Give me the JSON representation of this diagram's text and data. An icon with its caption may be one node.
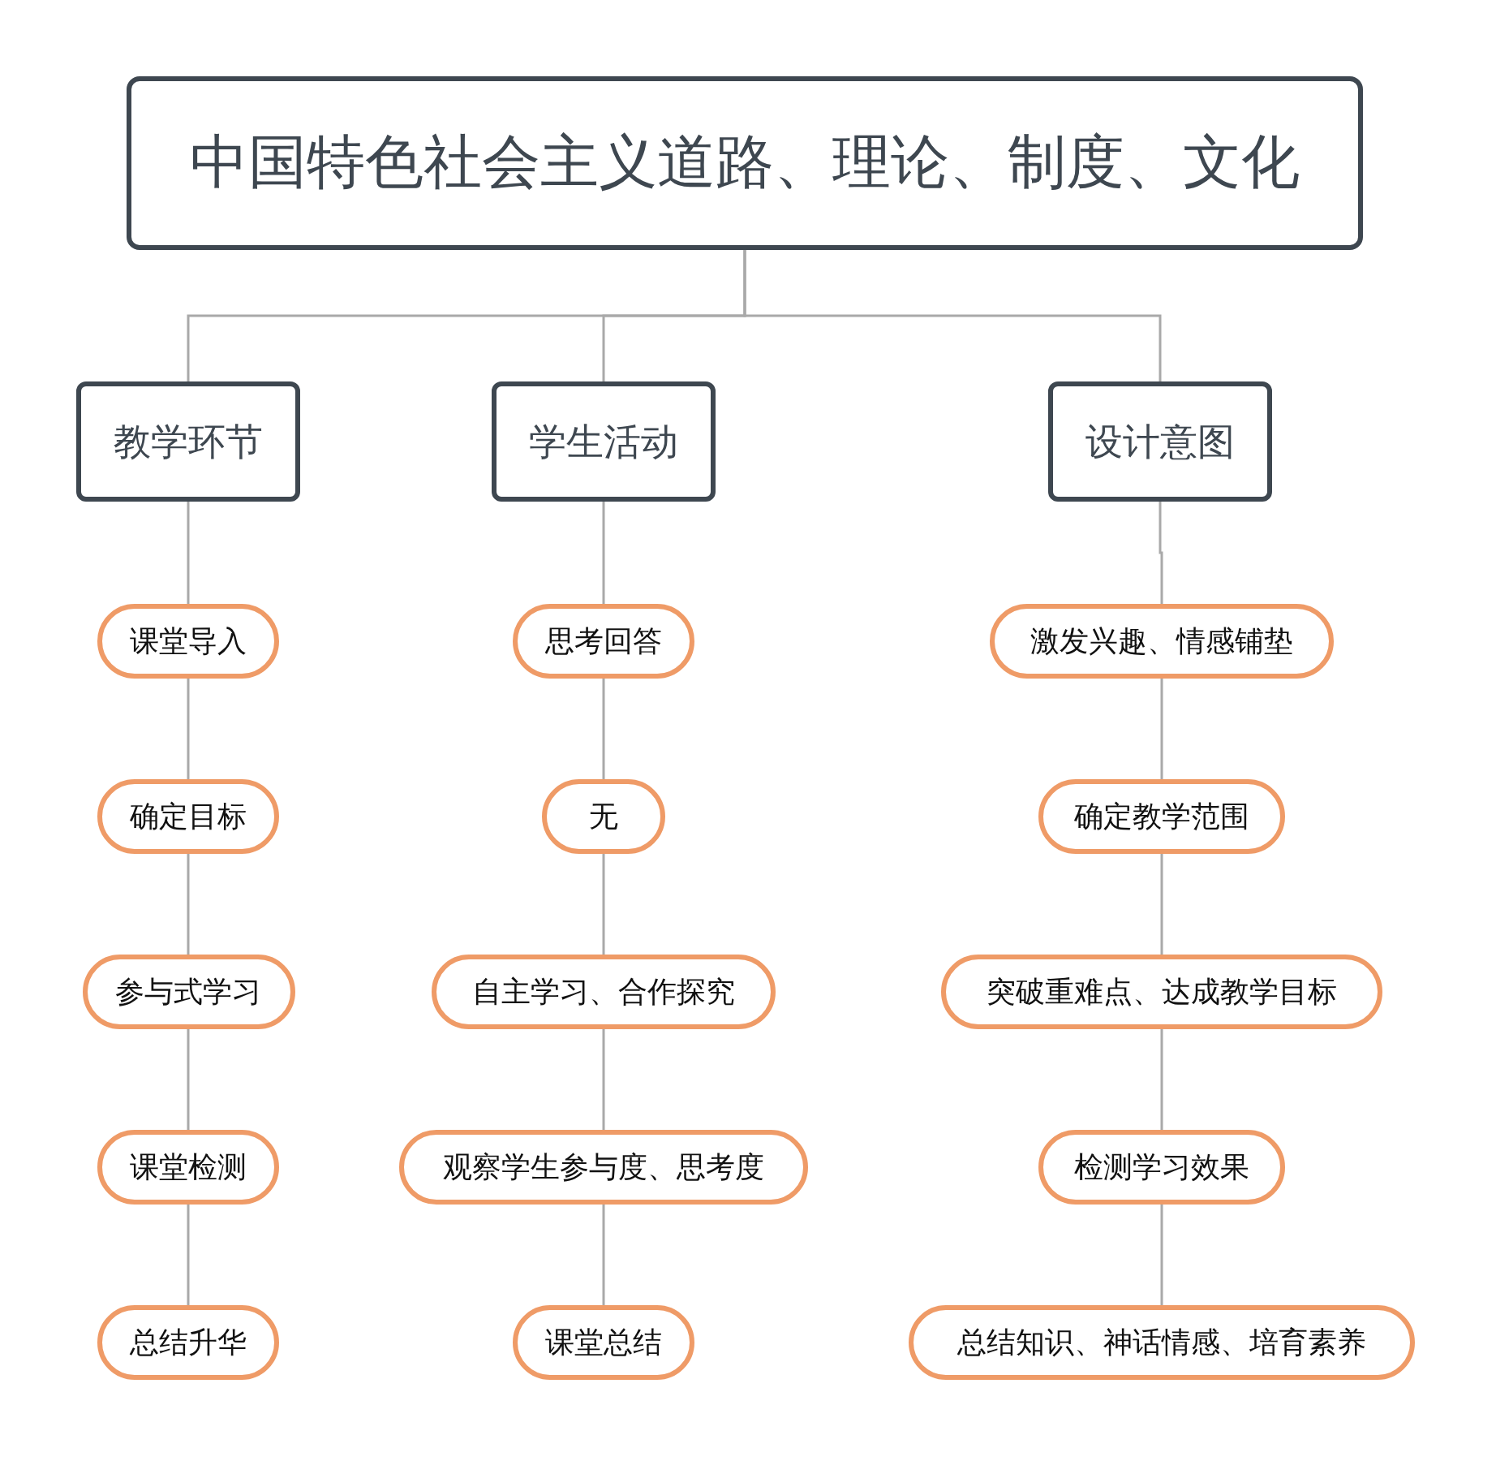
{
  "diagram": {
    "nodes": [
      {
        "text": [
          "中国特色社会主义道路、理论、制度、文化"
        ]
      },
      {
        "text": [
          "教学环节"
        ]
      },
      {
        "text": [
          "学生活动"
        ]
      },
      {
        "text": [
          "设计意图"
        ]
      },
      {
        "text": [
          "课堂导入"
        ]
      },
      {
        "text": [
          "思考回答"
        ]
      },
      {
        "text": [
          "激发兴趣、情感铺垫"
        ]
      },
      {
        "text": [
          "确定目标"
        ]
      },
      {
        "text": [
          "无"
        ]
      },
      {
        "text": [
          "确定教学范围"
        ]
      },
      {
        "text": [
          "参与式学习"
        ]
      },
      {
        "text": [
          "自主学习、合作探究"
        ]
      },
      {
        "text": [
          "突破重难点、达成教学目标"
        ]
      },
      {
        "text": [
          "课堂检测"
        ]
      },
      {
        "text": [
          "观察学生参与度、思考度"
        ]
      },
      {
        "text": [
          "检测学习效果"
        ]
      },
      {
        "text": [
          "总结升华"
        ]
      },
      {
        "text": [
          "课堂总结"
        ]
      },
      {
        "text": [
          "总结知识、神话情感、培育素养"
        ]
      }
    ],
    "edges": [
      {
        "from": 0,
        "to": 1,
        "arrow": "none"
      },
      {
        "from": 0,
        "to": 2,
        "arrow": "none"
      },
      {
        "from": 0,
        "to": 3,
        "arrow": "none"
      },
      {
        "from": 1,
        "to": 4,
        "arrow": "none"
      },
      {
        "from": 4,
        "to": 7,
        "arrow": "none"
      },
      {
        "from": 7,
        "to": 10,
        "arrow": "none"
      },
      {
        "from": 10,
        "to": 13,
        "arrow": "none"
      },
      {
        "from": 13,
        "to": 16,
        "arrow": "none"
      },
      {
        "from": 2,
        "to": 5,
        "arrow": "none"
      },
      {
        "from": 5,
        "to": 8,
        "arrow": "none"
      },
      {
        "from": 8,
        "to": 11,
        "arrow": "none"
      },
      {
        "from": 11,
        "to": 14,
        "arrow": "none"
      },
      {
        "from": 14,
        "to": 17,
        "arrow": "none"
      },
      {
        "from": 3,
        "to": 6,
        "arrow": "none"
      },
      {
        "from": 6,
        "to": 9,
        "arrow": "none"
      },
      {
        "from": 9,
        "to": 12,
        "arrow": "none"
      },
      {
        "from": 12,
        "to": 15,
        "arrow": "none"
      },
      {
        "from": 15,
        "to": 18,
        "arrow": "none"
      }
    ]
  }
}
